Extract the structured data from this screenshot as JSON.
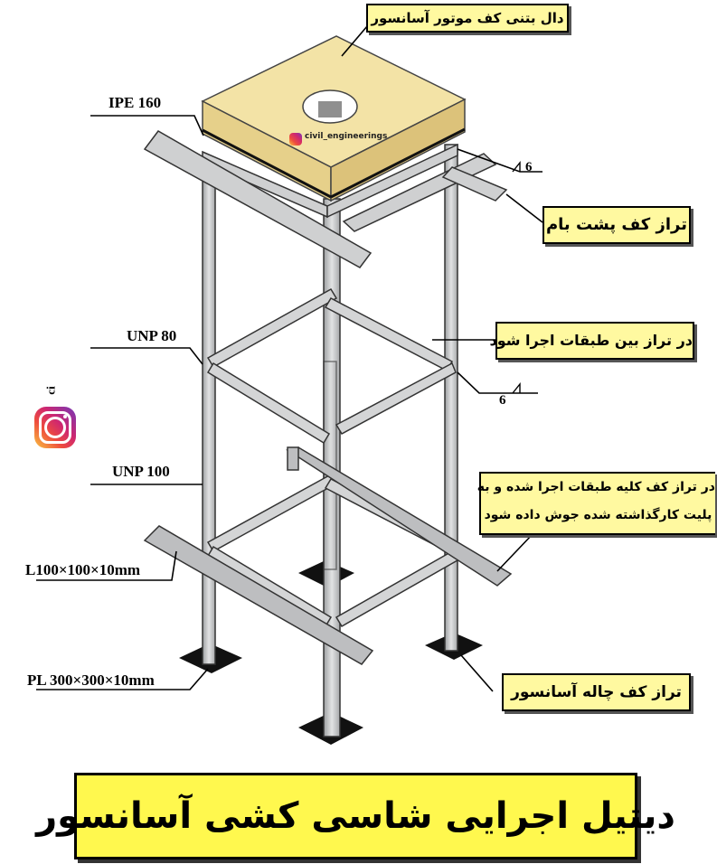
{
  "title": "دیتیل اجرایی شاسی کشی آسانسور",
  "callouts": {
    "motor_slab": "دال بتنی کف موتور آسانسور",
    "roof_level": "تراز کف پشت بام",
    "between_floors": "در تراز بین طبقات اجرا شود",
    "all_floors_line1": "در تراز کف کلیه طبقات اجرا شده و به",
    "all_floors_line2": "پلیت کارگذاشته شده جوش داده شود",
    "pit_level": "تراز کف چاله آسانسور"
  },
  "labels": {
    "ipe": "IPE 160",
    "unp80": "UNP 80",
    "unp100": "UNP 100",
    "angle": "L100×100×10mm",
    "plate": "PL 300×300×10mm"
  },
  "weld_symbols": {
    "top": "6",
    "middle": "6"
  },
  "watermark": {
    "handle": "civil_engineerings",
    "side_text": "ci"
  },
  "colors": {
    "callout_bg": "#fff9a0",
    "title_bg": "#fff84e",
    "slab": "#f3e3a6",
    "steel": "#c9cacb"
  }
}
